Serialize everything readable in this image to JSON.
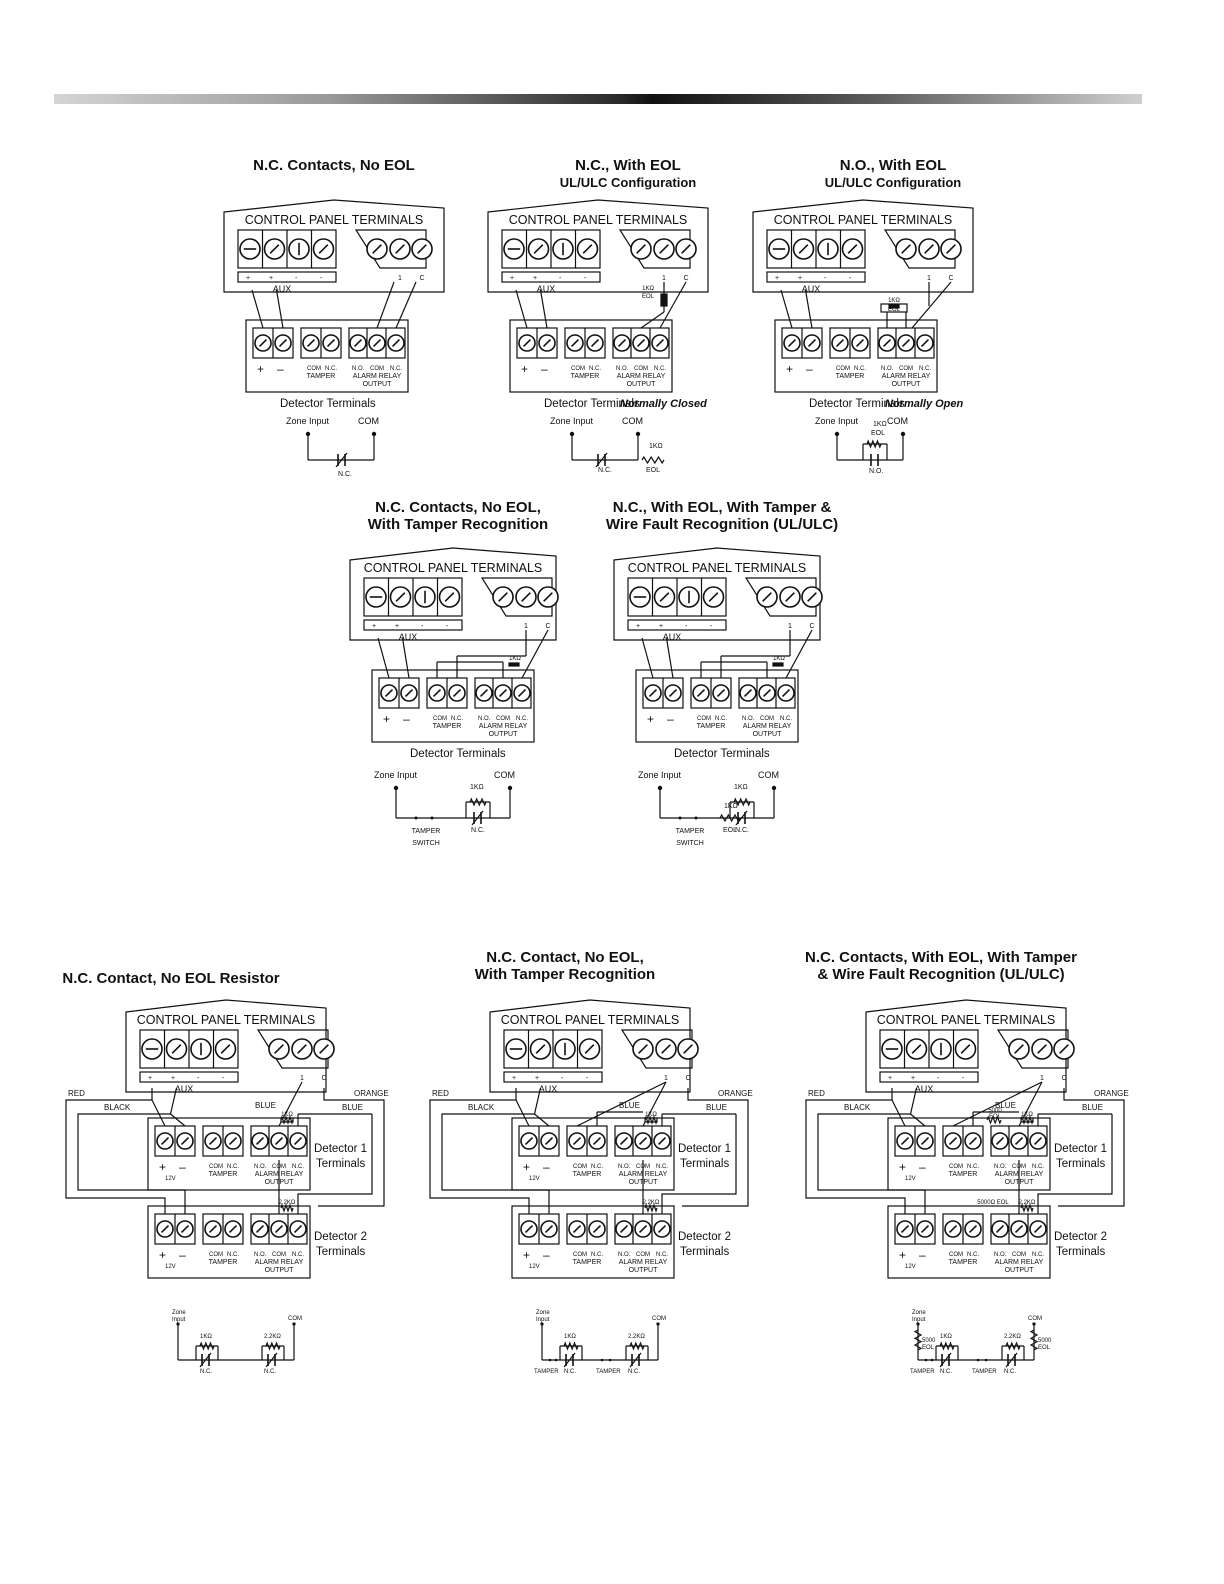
{
  "labels": {
    "cpt": "CONTROL PANEL TERMINALS",
    "aux": "AUX",
    "plus": "+",
    "minus": "-",
    "minus_big": "–",
    "one": "1",
    "c": "C",
    "com": "COM",
    "nc": "N.C.",
    "no": "N.O.",
    "tamper": "TAMPER",
    "alarm_relay": "ALARM RELAY",
    "output": "OUTPUT",
    "v12": "12V",
    "detector_terminals": "Detector Terminals",
    "normally_closed": "Normally Closed",
    "normally_open": "Normally Open",
    "zone_input": "Zone Input",
    "zone": "Zone",
    "input": "Input",
    "r1k": "1KΩ",
    "r22k": "2.2KΩ",
    "r5k": "5000",
    "r5kEOL": "5000Ω EOL",
    "eol": "EOL",
    "tamper_sw": "TAMPER",
    "switch": "SWITCH",
    "red": "RED",
    "black": "BLACK",
    "blue": "BLUE",
    "orange": "ORANGE",
    "det1": "Detector 1",
    "det2": "Detector 2",
    "terminals": "Terminals"
  },
  "titles": {
    "d1": "N.C. Contacts,  No EOL",
    "d2": "N.C., With EOL",
    "d2s": "UL/ULC Configuration",
    "d3": "N.O., With EOL",
    "d3s": "UL/ULC Configuration",
    "d4a": "N.C. Contacts, No EOL,",
    "d4b": "With Tamper Recognition",
    "d5a": "N.C., With EOL, With Tamper &",
    "d5b": "Wire Fault Recognition (UL/ULC)",
    "d6": "N.C. Contact, No EOL Resistor",
    "d7a": "N.C. Contact, No EOL,",
    "d7b": "With Tamper Recognition",
    "d8a": "N.C. Contacts, With EOL, With Tamper",
    "d8b": "& Wire Fault Recognition (UL/ULC)"
  }
}
